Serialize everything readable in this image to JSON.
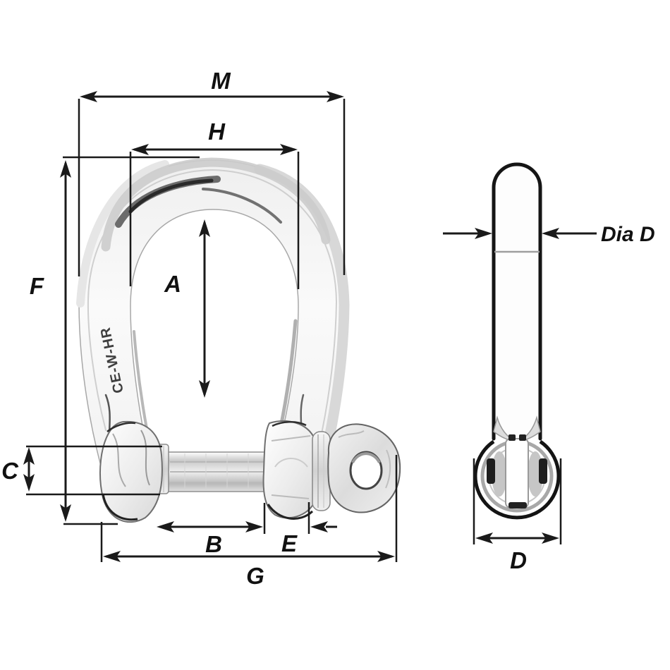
{
  "page": {
    "description": "Technical dimension drawing of a bow shackle: front view with dimension callouts and pin side view",
    "background": "#ffffff"
  },
  "colors": {
    "dimension_line": "#1a1a1a",
    "label_text": "#111111",
    "metal_light": "#f5f5f5",
    "metal_mid": "#d9d9d9",
    "metal_shadow": "#4a4a4a",
    "engraving_text": "#3f3f3f"
  },
  "front_view": {
    "engraving": "CE-W-HR",
    "dimensions": {
      "M": "M",
      "H": "H",
      "F": "F",
      "A": "A",
      "C": "C",
      "B": "B",
      "E": "E",
      "G": "G"
    }
  },
  "side_view": {
    "dimensions": {
      "dia_d": "Dia D",
      "D": "D"
    }
  }
}
